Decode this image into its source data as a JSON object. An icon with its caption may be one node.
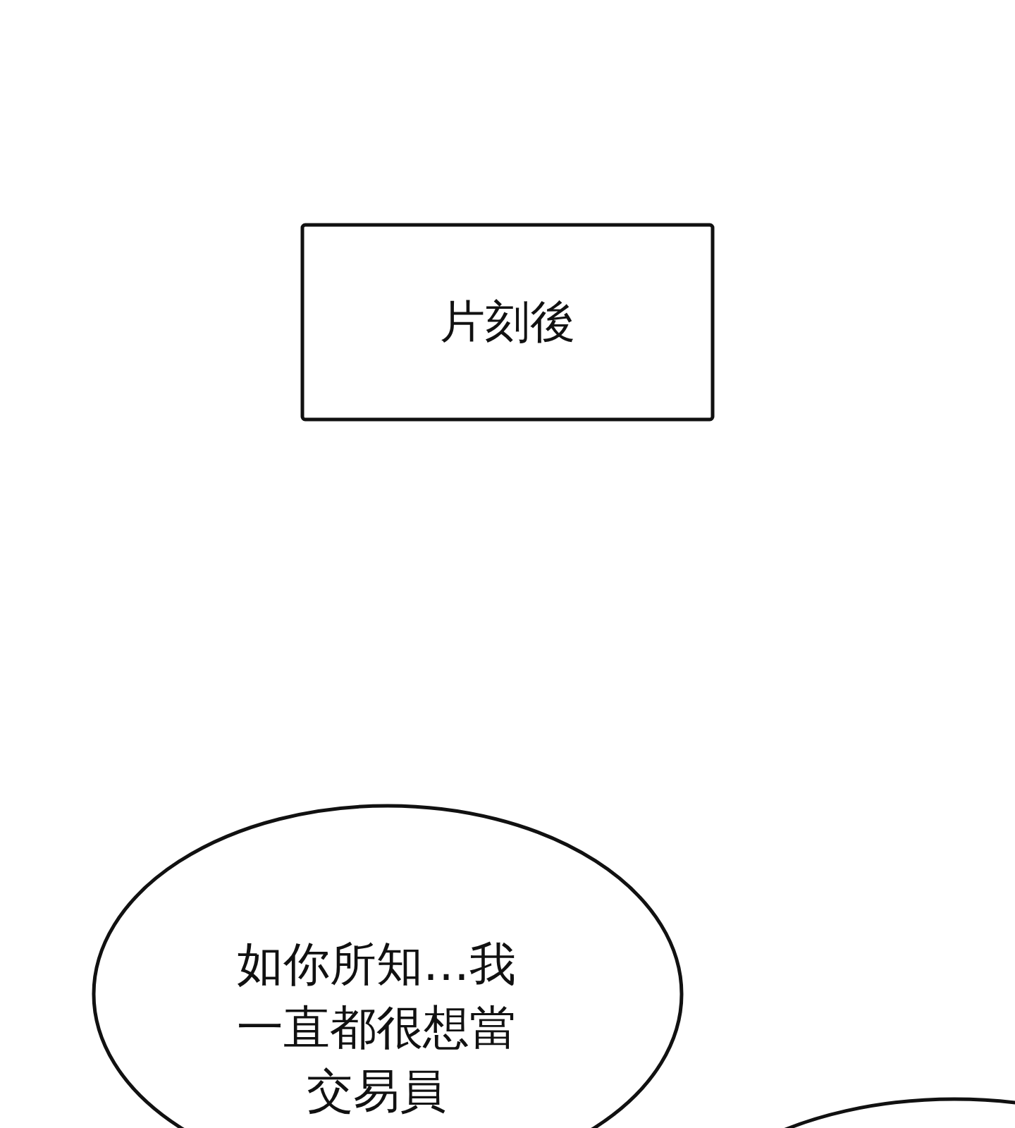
{
  "diagram": {
    "nodes": [
      {
        "text": [
          "片刻後"
        ]
      },
      {
        "text": [
          "如你所知…我一直都很想當交易員"
        ]
      },
      {
        "text": [],
        "shape": "circle"
      }
    ]
  }
}
